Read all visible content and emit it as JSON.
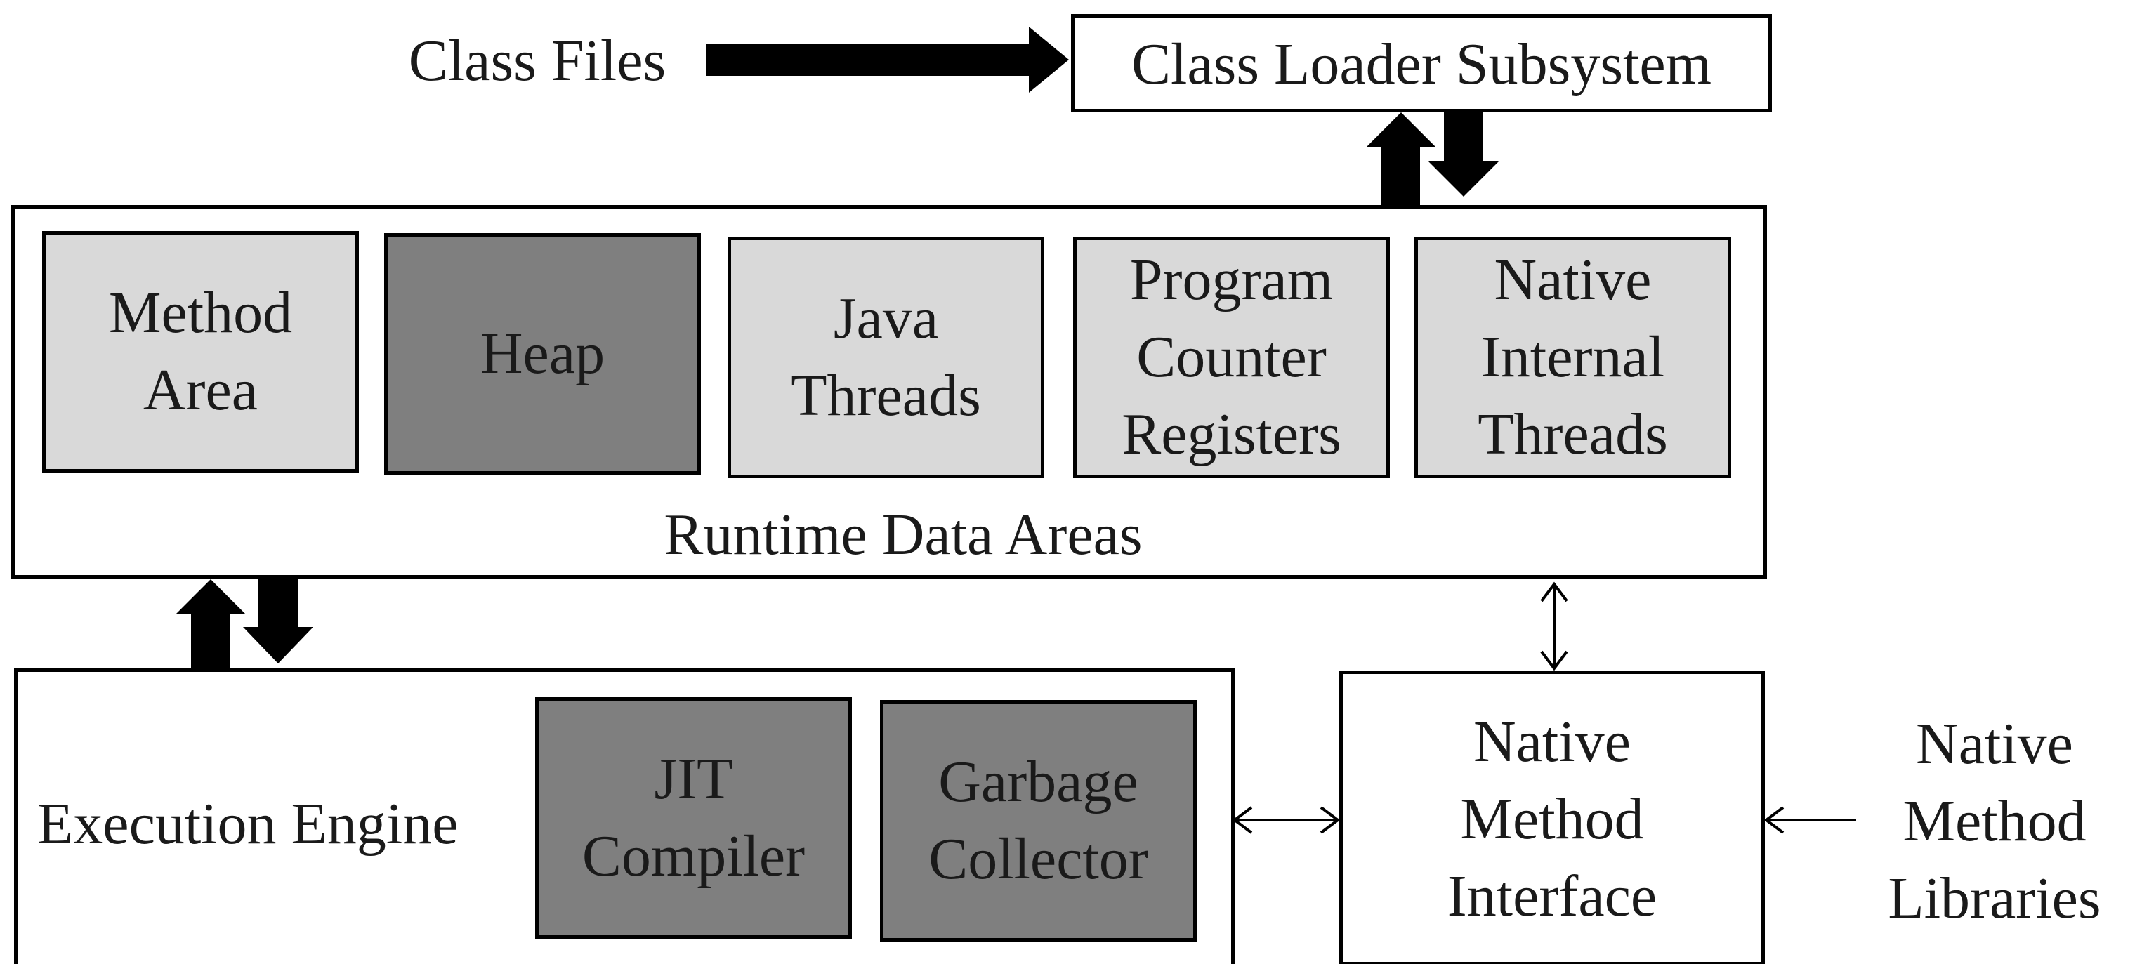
{
  "colors": {
    "light_fill": "#d9d9d9",
    "dark_fill": "#7f7f7f",
    "stroke": "#000000",
    "background": "#ffffff"
  },
  "class_files": "Class Files",
  "class_loader": "Class Loader Subsystem",
  "runtime": {
    "title": "Runtime Data Areas",
    "method_area": "Method\nArea",
    "heap": "Heap",
    "java_threads": "Java\nThreads",
    "pc_registers": "Program\nCounter\nRegisters",
    "native_internal_threads": "Native\nInternal\nThreads"
  },
  "execution": {
    "title": "Execution Engine",
    "jit": "JIT\nCompiler",
    "gc": "Garbage\nCollector"
  },
  "native_interface": "Native\nMethod\nInterface",
  "native_libraries": "Native\nMethod\nLibraries"
}
